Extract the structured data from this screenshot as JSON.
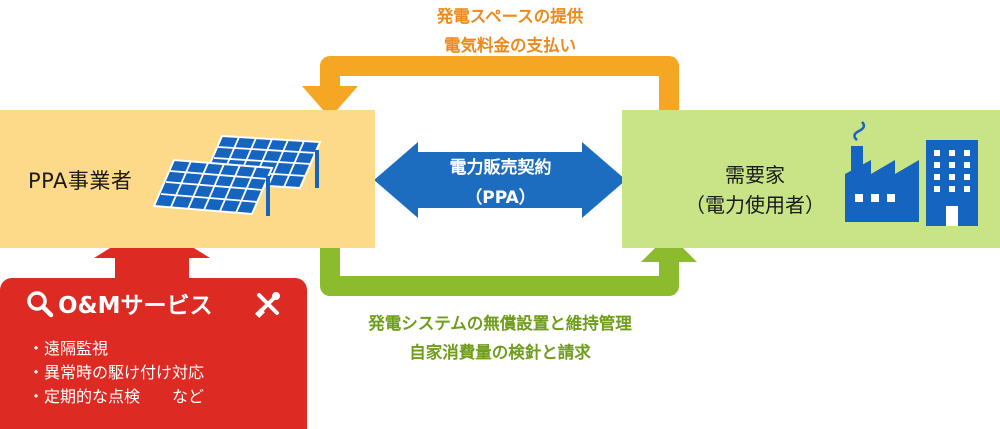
{
  "ppa_provider": {
    "label": "PPA事業者"
  },
  "consumer": {
    "line1": "需要家",
    "line2": "（電力使用者）"
  },
  "contract": {
    "line1": "電力販売契約",
    "line2": "（PPA）"
  },
  "top_flow": {
    "line1": "発電スペースの提供",
    "line2": "電気料金の支払い"
  },
  "bottom_flow": {
    "line1": "発電システムの無償設置と維持管理",
    "line2": "自家消費量の検針と請求"
  },
  "om_service": {
    "title": "O&Mサービス",
    "items": [
      "・遠隔監視",
      "・異常時の駆け付け対応",
      "・定期的な点検　　など"
    ]
  },
  "colors": {
    "ppa_box": "#fdd98a",
    "consumer_box": "#c9e487",
    "orange_arrow": "#f5a623",
    "green_arrow": "#8dbb2e",
    "blue_arrow": "#1c6dc0",
    "red_box": "#dd2a22",
    "icon_blue": "#1565c0"
  },
  "icons": [
    "solar-panel-icon",
    "factory-icon",
    "building-icon",
    "magnifier-icon",
    "tools-icon"
  ]
}
